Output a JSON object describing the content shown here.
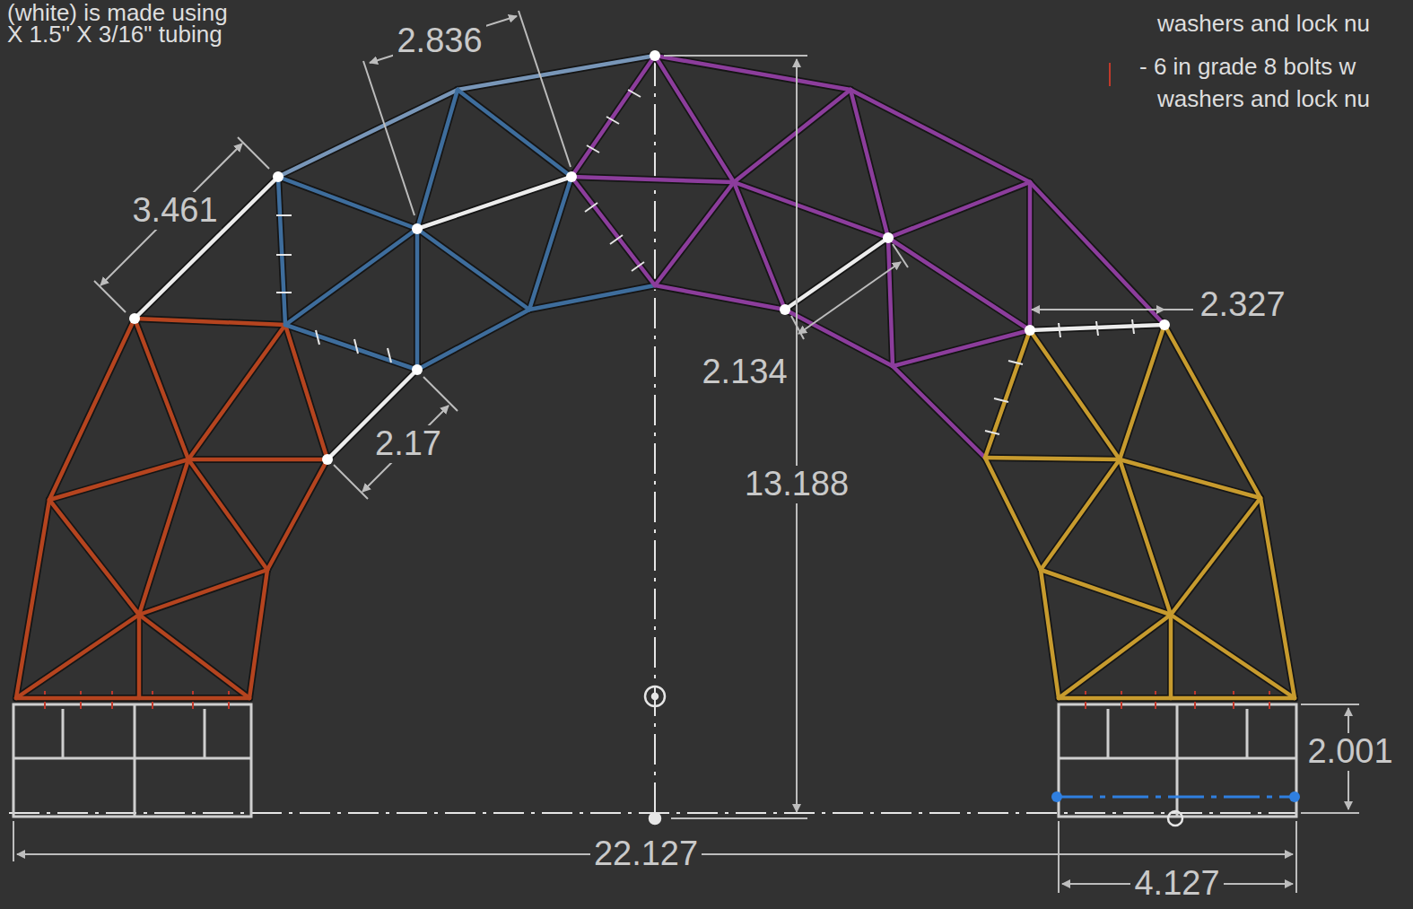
{
  "diagram": {
    "labels": [
      "(white) is made using",
      "X 1.5\" X 3/16\" tubing",
      "washers and lock nu",
      "- 6 in grade 8 bolts w",
      "washers and lock nu",
      "2.836",
      "3.461",
      "2.17",
      "2.134",
      "13.188",
      "2.327",
      "2.001",
      "22.127",
      "4.127"
    ]
  }
}
